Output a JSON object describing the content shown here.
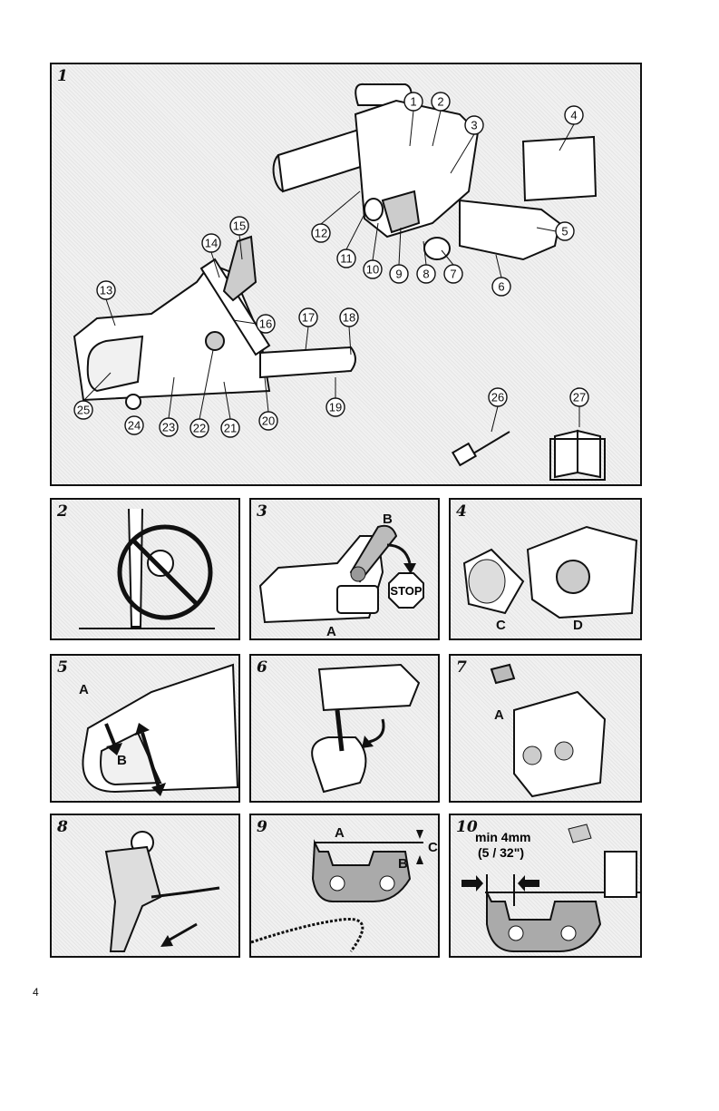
{
  "page_number": "4",
  "panels": {
    "p1": {
      "num": "1"
    },
    "p2": {
      "num": "2"
    },
    "p3": {
      "num": "3",
      "label_a": "A",
      "label_b": "B",
      "stop_text": "STOP"
    },
    "p4": {
      "num": "4",
      "label_c": "C",
      "label_d": "D"
    },
    "p5": {
      "num": "5",
      "label_a": "A",
      "label_b": "B"
    },
    "p6": {
      "num": "6"
    },
    "p7": {
      "num": "7",
      "label_a": "A"
    },
    "p8": {
      "num": "8"
    },
    "p9": {
      "num": "9",
      "label_a": "A",
      "label_b": "B",
      "label_c": "C"
    },
    "p10": {
      "num": "10",
      "min_text": "min 4mm",
      "inch_text": "(5 / 32\")"
    }
  },
  "callouts": [
    "1",
    "2",
    "3",
    "4",
    "5",
    "6",
    "7",
    "8",
    "9",
    "10",
    "11",
    "12",
    "13",
    "14",
    "15",
    "16",
    "17",
    "18",
    "19",
    "20",
    "21",
    "22",
    "23",
    "24",
    "25",
    "26",
    "27"
  ]
}
